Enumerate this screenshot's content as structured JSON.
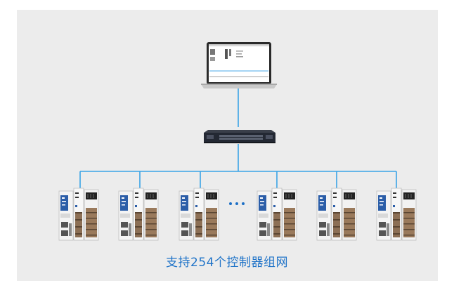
{
  "caption": "支持254个控制器组网",
  "colors": {
    "panel": "#ececec",
    "link": "#3aa3e6",
    "caption": "#1f73c8",
    "switch_body": "#232833",
    "controller_body": "#f2f2f2",
    "controller_accent": "#2c5ea8"
  },
  "diagram": {
    "nodes": [
      {
        "id": "laptop",
        "kind": "laptop",
        "label": ""
      },
      {
        "id": "switch",
        "kind": "network-switch",
        "label": ""
      },
      {
        "id": "controller-1",
        "kind": "controller",
        "label": ""
      },
      {
        "id": "controller-2",
        "kind": "controller",
        "label": ""
      },
      {
        "id": "controller-3",
        "kind": "controller",
        "label": ""
      },
      {
        "id": "controller-4",
        "kind": "controller",
        "label": ""
      },
      {
        "id": "controller-5",
        "kind": "controller",
        "label": ""
      },
      {
        "id": "controller-6",
        "kind": "controller",
        "label": ""
      }
    ],
    "edges": [
      {
        "from": "laptop",
        "to": "switch"
      },
      {
        "from": "switch",
        "to": "controller-1"
      },
      {
        "from": "switch",
        "to": "controller-2"
      },
      {
        "from": "switch",
        "to": "controller-3"
      },
      {
        "from": "switch",
        "to": "controller-4"
      },
      {
        "from": "switch",
        "to": "controller-5"
      },
      {
        "from": "switch",
        "to": "controller-6"
      }
    ],
    "ellipsis_between": [
      "controller-3",
      "controller-4"
    ]
  }
}
